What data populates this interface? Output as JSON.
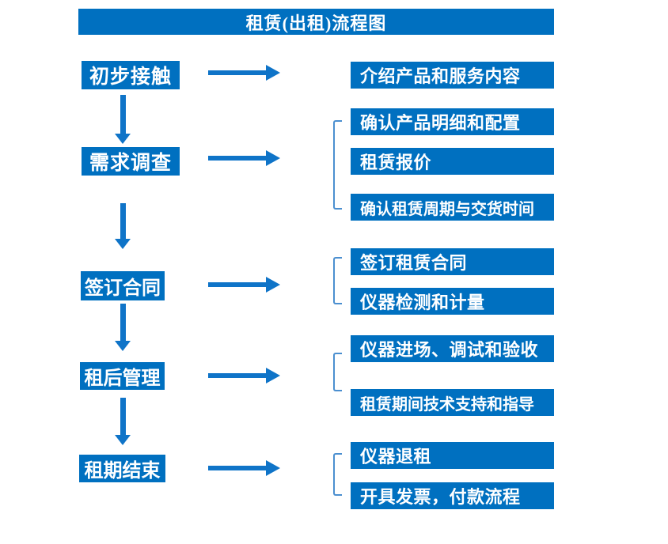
{
  "title": "租赁(出租)流程图",
  "colors": {
    "box_blue": "#0070C0",
    "arrow_blue": "#0F74C8",
    "bracket_blue": "#4B8FD0",
    "text": "#FFFFFF",
    "background": "#FFFFFF"
  },
  "flow": {
    "steps": [
      {
        "label": "初步接触",
        "details": [
          "介绍产品和服务内容"
        ]
      },
      {
        "label": "需求调查",
        "details": [
          "确认产品明细和配置",
          "租赁报价",
          "确认租赁周期与交货时间"
        ]
      },
      {
        "label": "签订合同",
        "details": [
          "签订租赁合同",
          "仪器检测和计量"
        ]
      },
      {
        "label": "租后管理",
        "details": [
          "仪器进场、调试和验收",
          "租赁期间技术支持和指导"
        ]
      },
      {
        "label": "租期结束",
        "details": [
          "仪器退租",
          "开具发票，付款流程"
        ]
      }
    ]
  }
}
